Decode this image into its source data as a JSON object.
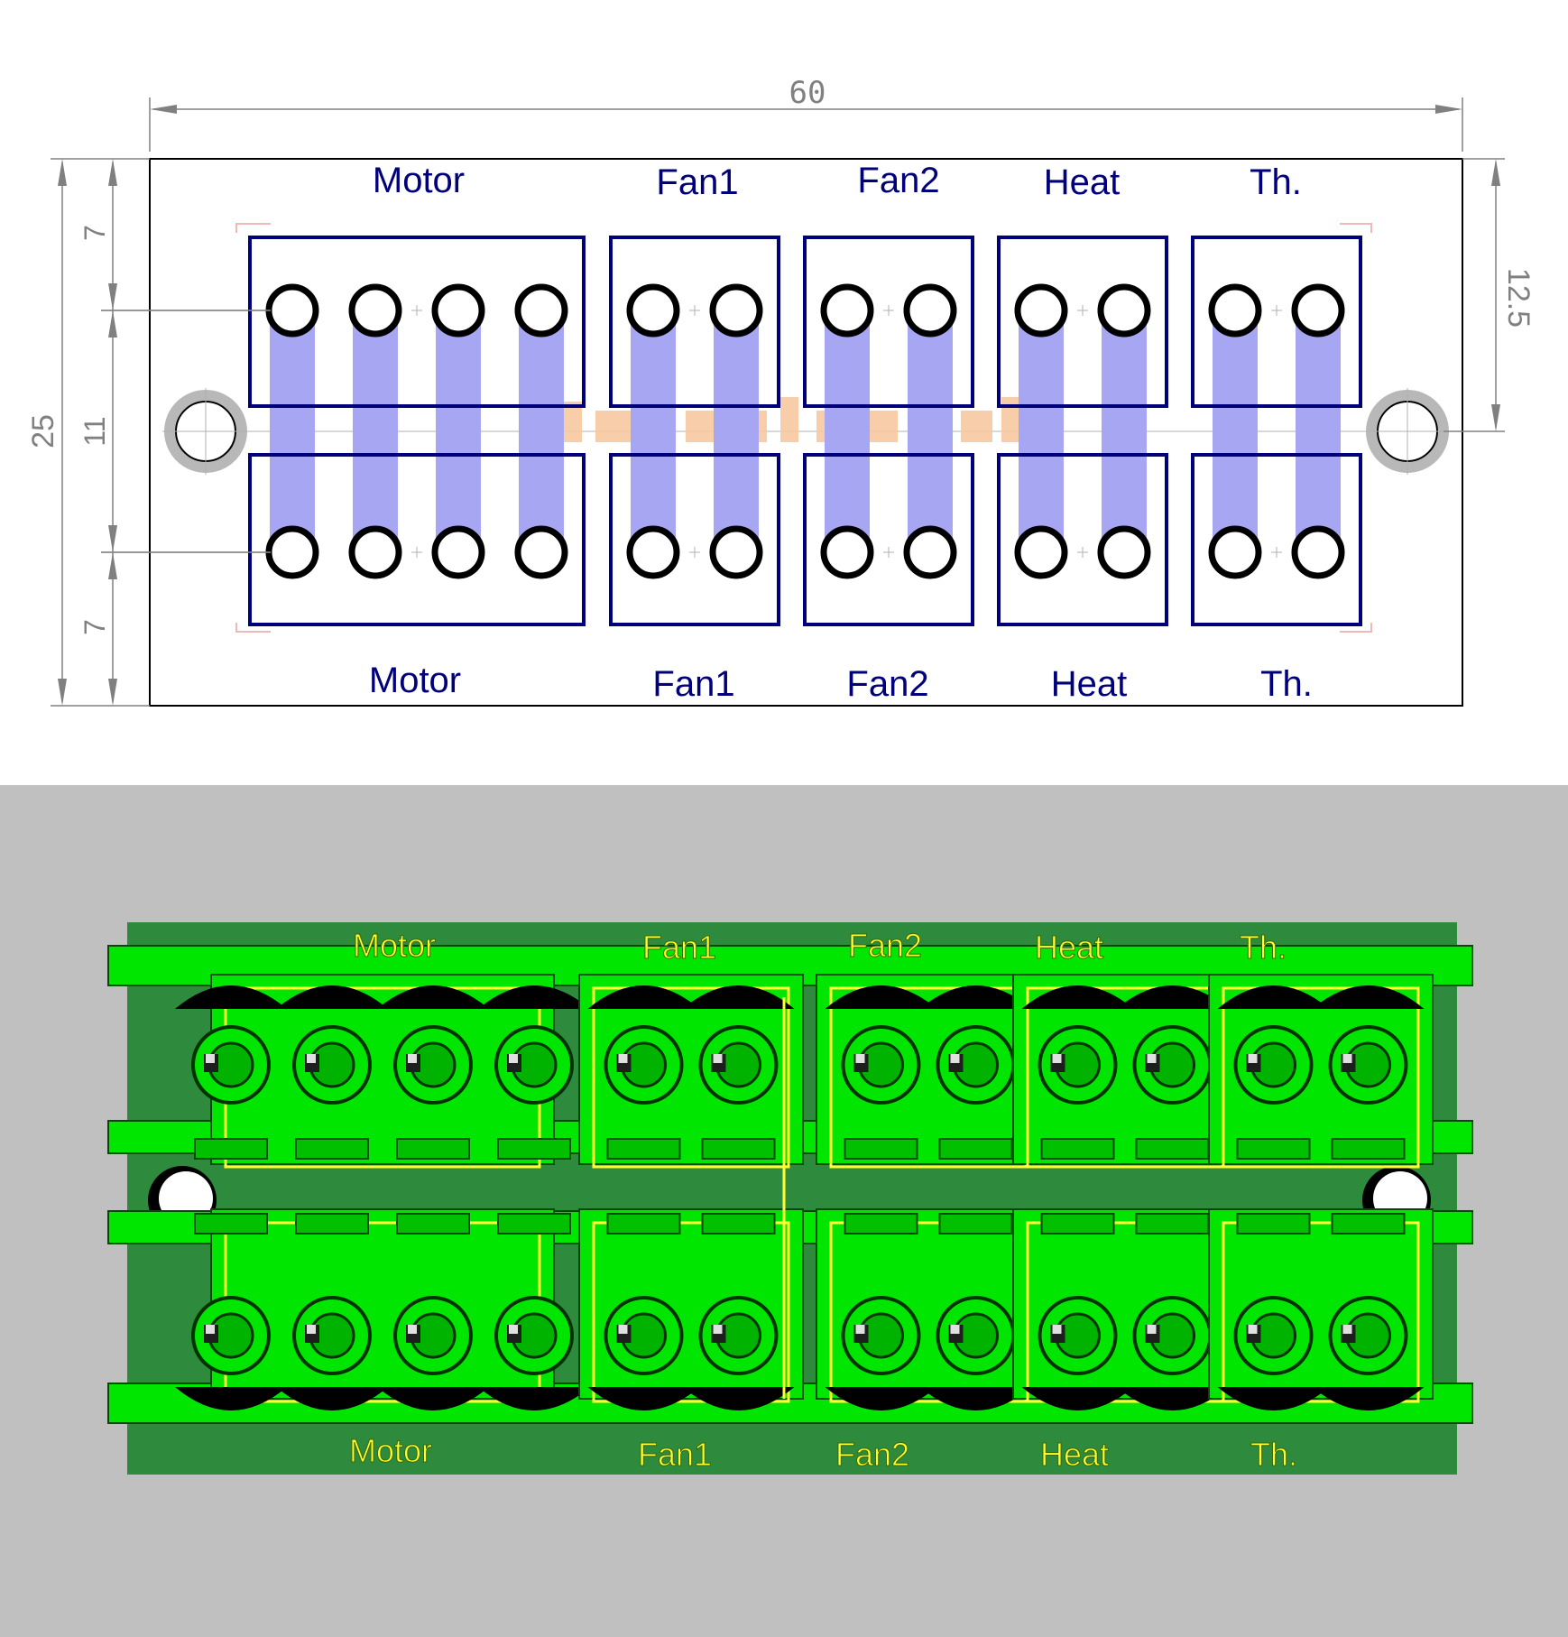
{
  "dimensions": {
    "width_mm": "60",
    "height_mm": "25",
    "edge_top_mm": "7",
    "middle_mm": "11",
    "edge_bottom_mm": "7",
    "hole_offset_mm": "12.5"
  },
  "labels": {
    "top": [
      "Motor",
      "Fan1",
      "Fan2",
      "Heat",
      "Th."
    ],
    "bottom": [
      "Motor",
      "Fan1",
      "Fan2",
      "Heat",
      "Th."
    ]
  },
  "connectors": [
    {
      "pins": 4
    },
    {
      "pins": 2
    },
    {
      "pins": 2
    },
    {
      "pins": 2
    },
    {
      "pins": 2
    }
  ],
  "colors": {
    "outline_blue": "#00007a",
    "trace_fill": "#a6a6f2",
    "dimension_gray": "#808080",
    "watermark": "#f7c9a0",
    "pcb_green": "#2e8b3e",
    "component_green": "#00e600",
    "silkscreen_yellow": "#ffff33",
    "render_background": "#c0c0c0"
  }
}
